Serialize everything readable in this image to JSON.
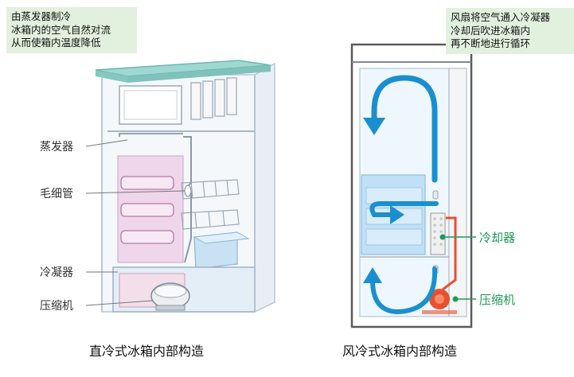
{
  "left_diagram": {
    "note_lines": [
      "由蒸发器制冷",
      "冰箱内的空气自然对流",
      "从而使箱内温度降低"
    ],
    "labels": {
      "evaporator": "蒸发器",
      "capillary": "毛细管",
      "condenser": "冷凝器",
      "compressor": "压缩机"
    },
    "caption": "直冷式冰箱内部构造"
  },
  "right_diagram": {
    "note_lines": [
      "风扇将空气通入冷凝器",
      "冷却后吹进冰箱内",
      "再不断地进行循环"
    ],
    "labels": {
      "cooler": "冷却器",
      "compressor": "压缩机"
    },
    "caption": "风冷式冰箱内部构造"
  },
  "colors": {
    "note_bg": "#e2f1de",
    "label_green": "#1f9a59",
    "airflow_blue": "#1a8fd0",
    "compressor_red": "#e8502e"
  }
}
